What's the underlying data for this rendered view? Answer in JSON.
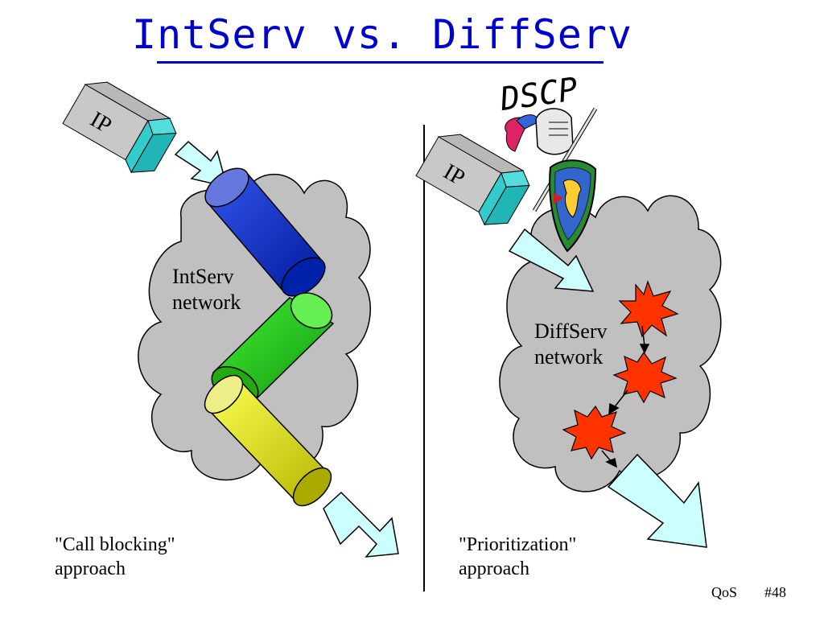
{
  "title": "IntServ vs. DiffServ",
  "left": {
    "packet_label": "IP",
    "network_label_line1": "IntServ",
    "network_label_line2": "network",
    "caption_line1": "\"Call blocking\"",
    "caption_line2": "approach"
  },
  "right": {
    "marking_label": "DSCP",
    "packet_label": "IP",
    "network_label_line1": "DiffServ",
    "network_label_line2": "network",
    "caption_line1": "\"Prioritization\"",
    "caption_line2": "approach"
  },
  "footer": {
    "course": "QoS",
    "slide_number": "#48"
  },
  "colors": {
    "title": "#0000cc",
    "cloud": "#c0c0c0",
    "arrow_fill": "#ccffff",
    "packet_body": "#c0c0c0",
    "packet_tail": "#33cccc",
    "pipe_blue": "#1133cc",
    "pipe_green": "#22cc11",
    "pipe_yellow": "#dddd00",
    "burst": "#ff3300"
  },
  "icons": [
    "knight-icon"
  ]
}
